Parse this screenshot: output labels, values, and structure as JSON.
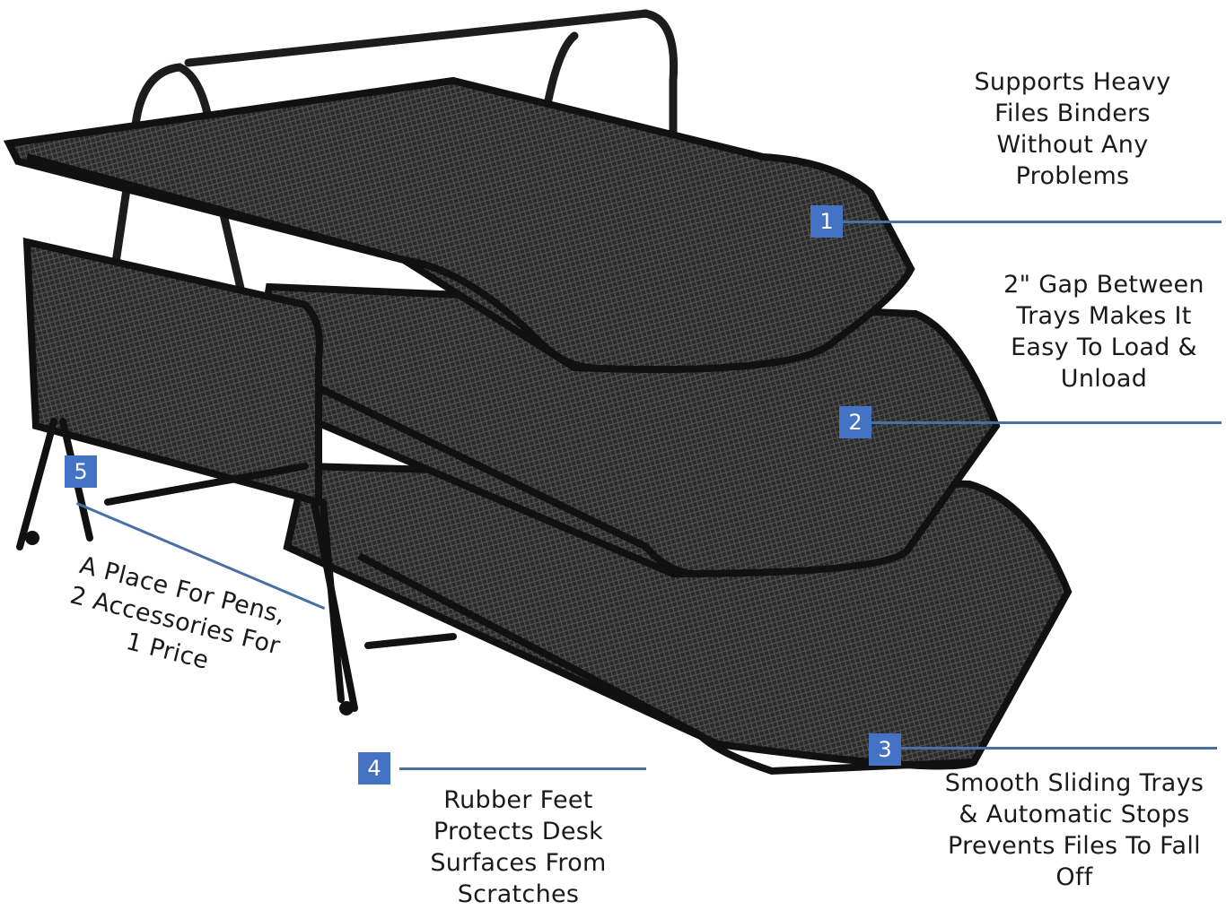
{
  "callouts": [
    {
      "number": "1",
      "text": "Supports Heavy\nFiles Binders\nWithout Any\nProblems"
    },
    {
      "number": "2",
      "text": "2\" Gap Between\nTrays Makes It\nEasy To Load &\nUnload"
    },
    {
      "number": "3",
      "text": "Smooth Sliding Trays\n& Automatic Stops\nPrevents Files To Fall\nOff"
    },
    {
      "number": "4",
      "text": "Rubber Feet\nProtects Desk\nSurfaces From\nScratches"
    },
    {
      "number": "5",
      "text": "A Place For Pens,\n2 Accessories For\n1 Price"
    }
  ],
  "colors": {
    "badge": "#4472c4",
    "leader": "#4a6fa8",
    "product": "#1c1c1c"
  }
}
